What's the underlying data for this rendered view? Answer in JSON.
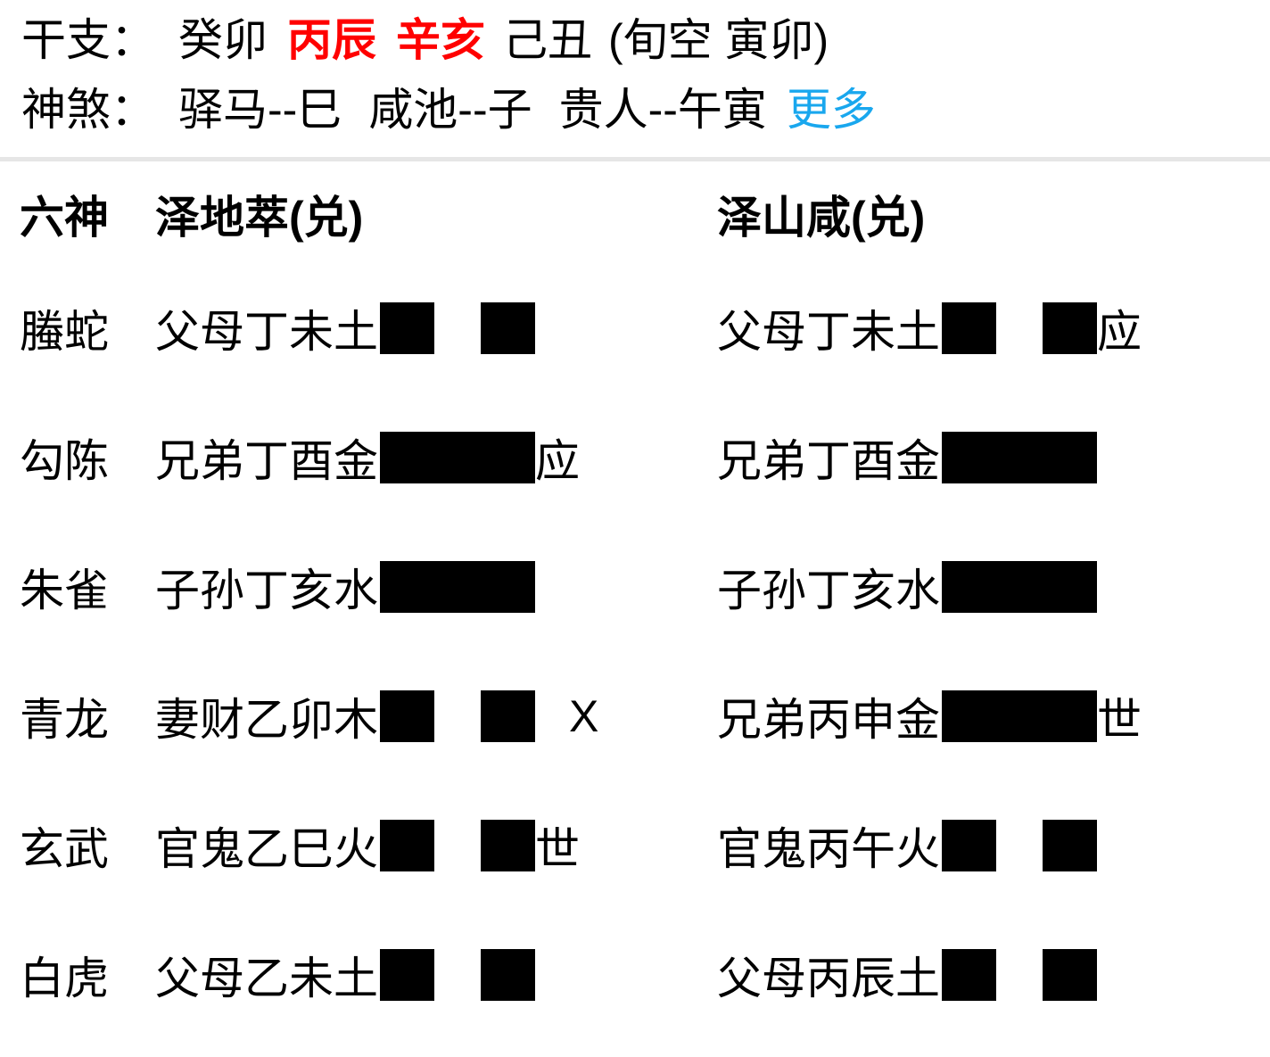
{
  "header": {
    "ganzhi": {
      "label": "干支：",
      "segments": [
        {
          "text": "癸卯",
          "color": "normal"
        },
        {
          "text": "丙辰",
          "color": "red"
        },
        {
          "text": "辛亥",
          "color": "red"
        },
        {
          "text": "己丑",
          "color": "normal"
        },
        {
          "text": "(旬空 寅卯)",
          "color": "normal"
        }
      ]
    },
    "shensha": {
      "label": "神煞：",
      "segments": [
        {
          "text": "驿马--巳",
          "color": "normal"
        },
        {
          "text": "咸池--子",
          "color": "normal"
        },
        {
          "text": "贵人--午寅",
          "color": "normal"
        }
      ],
      "more_label": "更多",
      "more_color": "#19a7ee"
    },
    "red_color": "#ff0000",
    "divider_color": "#e6e6e6"
  },
  "board": {
    "liushen_header": "六神",
    "left_hexagram": "泽地萃(兑)",
    "right_hexagram": "泽山咸(兑)",
    "rows": [
      {
        "liushen": "螣蛇",
        "left_text": "父母丁未土",
        "left_yao": "broken",
        "left_marker": "",
        "left_change": "",
        "right_text": "父母丁未土",
        "right_yao": "broken",
        "right_marker": "应"
      },
      {
        "liushen": "勾陈",
        "left_text": "兄弟丁酉金",
        "left_yao": "solid",
        "left_marker": "应",
        "left_change": "",
        "right_text": "兄弟丁酉金",
        "right_yao": "solid",
        "right_marker": ""
      },
      {
        "liushen": "朱雀",
        "left_text": "子孙丁亥水",
        "left_yao": "solid",
        "left_marker": "",
        "left_change": "",
        "right_text": "子孙丁亥水",
        "right_yao": "solid",
        "right_marker": ""
      },
      {
        "liushen": "青龙",
        "left_text": "妻财乙卯木",
        "left_yao": "broken",
        "left_marker": "",
        "left_change": "X",
        "right_text": "兄弟丙申金",
        "right_yao": "solid",
        "right_marker": "世"
      },
      {
        "liushen": "玄武",
        "left_text": "官鬼乙巳火",
        "left_yao": "broken",
        "left_marker": "世",
        "left_change": "",
        "right_text": "官鬼丙午火",
        "right_yao": "broken",
        "right_marker": ""
      },
      {
        "liushen": "白虎",
        "left_text": "父母乙未土",
        "left_yao": "broken",
        "left_marker": "",
        "left_change": "",
        "right_text": "父母丙辰土",
        "right_yao": "broken",
        "right_marker": ""
      }
    ]
  }
}
